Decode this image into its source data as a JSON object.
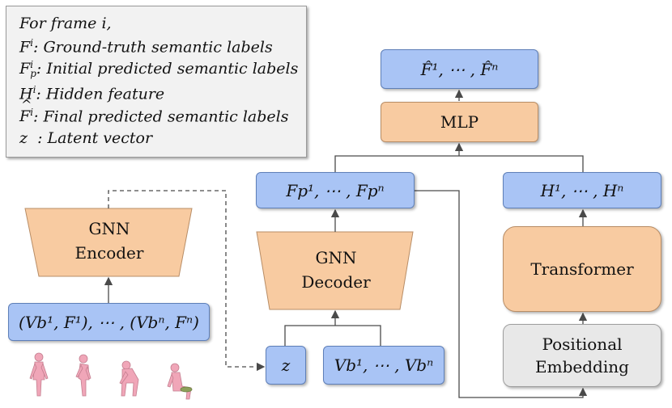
{
  "legend": {
    "heading": "For frame i,",
    "items": [
      {
        "symbol": "F",
        "sup": "i",
        "sub": "",
        "hat": false,
        "text": ": Ground-truth semantic labels"
      },
      {
        "symbol": "F",
        "sup": "i",
        "sub": "p",
        "hat": false,
        "text": ": Initial predicted semantic labels"
      },
      {
        "symbol": "H",
        "sup": "i",
        "sub": "",
        "hat": false,
        "text": ": Hidden feature"
      },
      {
        "symbol": "F",
        "sup": "i",
        "sub": "",
        "hat": true,
        "text": ": Final predicted semantic labels"
      },
      {
        "symbol": "z",
        "sup": "",
        "sub": "",
        "hat": false,
        "text": "  : Latent vector"
      }
    ]
  },
  "nodes": {
    "final_output": {
      "label": "F̂¹, ⋯ , F̂ⁿ"
    },
    "mlp": {
      "label": "MLP"
    },
    "initial_pred": {
      "label": "Fp¹, ⋯ , Fpⁿ"
    },
    "hidden": {
      "label": "H¹, ⋯ , Hⁿ"
    },
    "gnn_encoder": {
      "line1": "GNN",
      "line2": "Encoder"
    },
    "gnn_decoder": {
      "line1": "GNN",
      "line2": "Decoder"
    },
    "transformer": {
      "label": "Transformer"
    },
    "input_pairs": {
      "label": "(Vb¹, F¹), ⋯ , (Vbⁿ, Fⁿ)"
    },
    "latent": {
      "label": "z"
    },
    "vertices": {
      "label": "Vb¹, ⋯ , Vbⁿ"
    },
    "positional": {
      "line1": "Positional",
      "line2": "Embedding"
    }
  },
  "colors": {
    "blue_box": "#a9c4f5",
    "orange_box": "#f8cba1",
    "gray_box": "#e8e8e8",
    "body_figure": "#f0a6b8"
  }
}
